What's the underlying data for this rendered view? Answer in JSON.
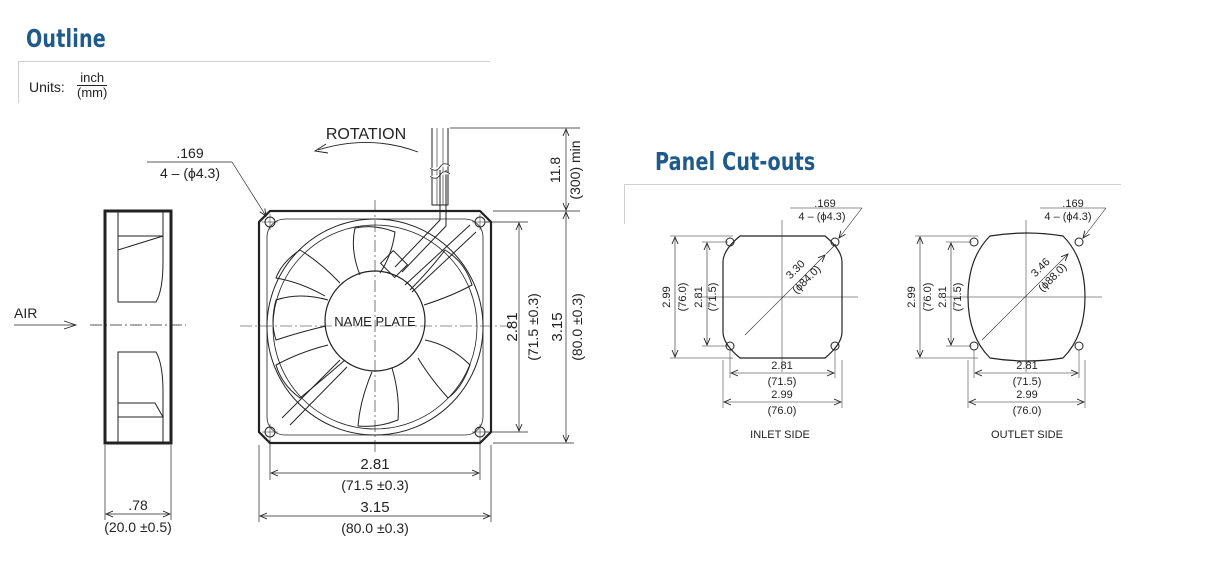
{
  "outline": {
    "title": "Outline",
    "units_label": "Units:",
    "units_numerator": "inch",
    "units_denominator": "(mm)"
  },
  "panel": {
    "title": "Panel Cut-outs"
  },
  "side_view": {
    "air_label": "AIR",
    "depth_inch": ".78",
    "depth_mm": "(20.0 ±0.5)"
  },
  "front_view": {
    "rotation_label": "ROTATION",
    "hole_inch": ".169",
    "hole_mm": "4 – (ϕ4.3)",
    "nameplate": "NAME PLATE",
    "lead_inch": "11.8",
    "lead_mm": "(300) min",
    "pitch_h_inch": "2.81",
    "pitch_h_mm": "(71.5 ±0.3)",
    "size_h_inch": "3.15",
    "size_h_mm": "(80.0 ±0.3)",
    "pitch_v_inch": "2.81",
    "pitch_v_mm": "(71.5 ±0.3)",
    "size_v_inch": "3.15",
    "size_v_mm": "(80.0 ±0.3)"
  },
  "inlet": {
    "caption": "INLET SIDE",
    "hole_inch": ".169",
    "hole_mm": "4 – (ϕ4.3)",
    "dia_inch": "3.30",
    "dia_mm": "(ϕ84.0)",
    "outer_v_inch": "2.99",
    "outer_v_mm": "(76.0)",
    "pitch_v_inch": "2.81",
    "pitch_v_mm": "(71.5)",
    "pitch_h_inch": "2.81",
    "pitch_h_mm": "(71.5)",
    "outer_h_inch": "2.99",
    "outer_h_mm": "(76.0)"
  },
  "outlet": {
    "caption": "OUTLET SIDE",
    "hole_inch": ".169",
    "hole_mm": "4 – (ϕ4.3)",
    "dia_inch": "3.46",
    "dia_mm": "(ϕ88.0)",
    "outer_v_inch": "2.99",
    "outer_v_mm": "(76.0)",
    "pitch_v_inch": "2.81",
    "pitch_v_mm": "(71.5)",
    "pitch_h_inch": "2.81",
    "pitch_h_mm": "(71.5)",
    "outer_h_inch": "2.99",
    "outer_h_mm": "(76.0)"
  }
}
